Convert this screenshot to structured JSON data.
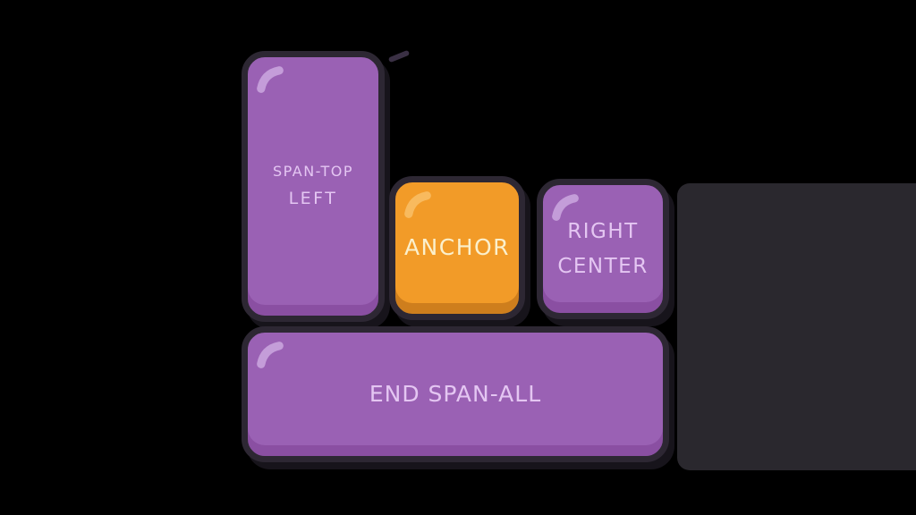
{
  "canvas": {
    "background": "#000000"
  },
  "panel_shadow": {
    "color": "#2a282e"
  },
  "outline_color": "#2d2733",
  "keys": [
    {
      "name": "span-top-left",
      "lines": [
        "SPAN-TOP",
        "LEFT"
      ],
      "fill": "#9a61b4",
      "fill_dark": "#8a4fa2",
      "outline": "#2d2733",
      "shine": "#c49dd9",
      "text_color": "#e4c6f2"
    },
    {
      "name": "anchor",
      "lines": [
        "ANCHOR"
      ],
      "fill": "#f29b28",
      "fill_dark": "#ce7e1d",
      "outline": "#2d2733",
      "shine": "#f8ba5e",
      "text_color": "#fbf0cc"
    },
    {
      "name": "right-center",
      "lines": [
        "RIGHT",
        "CENTER"
      ],
      "fill": "#9a61b4",
      "fill_dark": "#8a4fa2",
      "outline": "#2d2733",
      "shine": "#c49dd9",
      "text_color": "#e4c6f2"
    },
    {
      "name": "end-span-all",
      "lines": [
        "END SPAN-ALL"
      ],
      "fill": "#9a61b4",
      "fill_dark": "#8a4fa2",
      "outline": "#2d2733",
      "shine": "#c49dd9",
      "text_color": "#e4c6f2"
    }
  ]
}
